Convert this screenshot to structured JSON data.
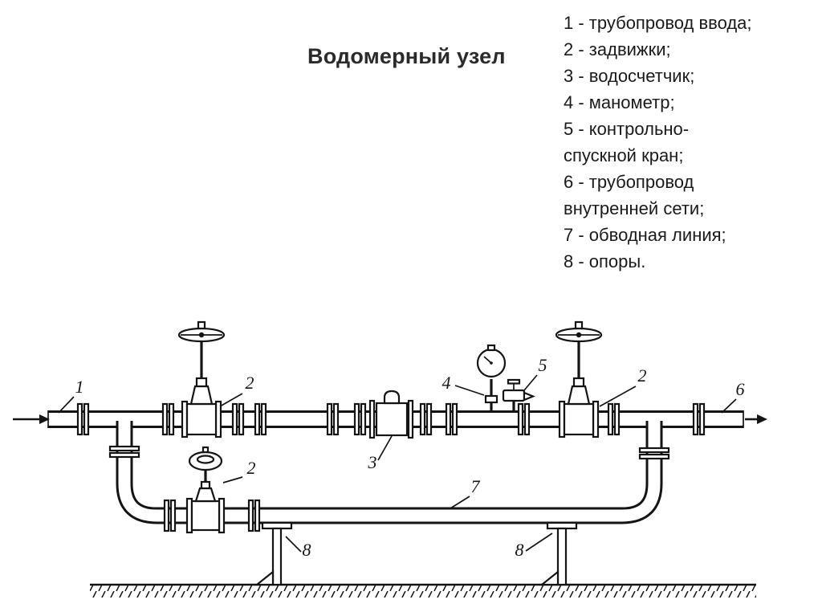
{
  "title": "Водомерный узел",
  "colors": {
    "ink": "#141414",
    "background": "#ffffff"
  },
  "legend": {
    "lines": [
      "1 - трубопровод ввода;",
      "2 - задвижки;",
      "3 - водосчетчик;",
      "4 - манометр;",
      "5 - контрольно-",
      "спускной кран;",
      "6 - трубопровод",
      "внутренней сети;",
      "7 - обводная линия;",
      "8 - опоры."
    ]
  },
  "diagram": {
    "callouts": {
      "inlet": "1",
      "valve_left": "2",
      "valve_bypass": "2",
      "valve_right": "2",
      "meter": "3",
      "gauge": "4",
      "drain": "5",
      "outlet": "6",
      "bypass": "7",
      "support_left": "8",
      "support_right": "8"
    }
  }
}
